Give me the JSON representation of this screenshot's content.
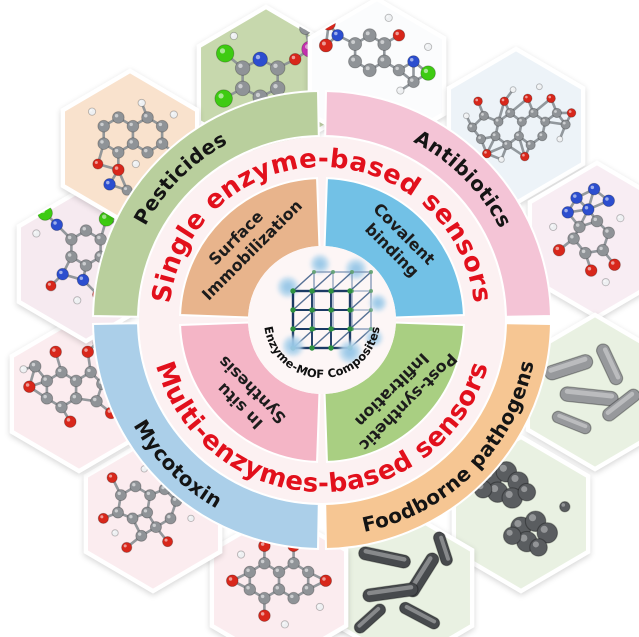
{
  "center": {
    "label": "Enzyme-MOF Composites",
    "icon": "mof-cube-icon"
  },
  "sensor_arcs": {
    "top": {
      "label": "Single enzyme-based sensors",
      "color": "#e2101c"
    },
    "bottom": {
      "label": "Multi-enzymes-based sensors",
      "color": "#e2101c"
    }
  },
  "strategies": [
    {
      "label": "Surface Immobilization",
      "line1": "Surface",
      "line2": "Immobilization",
      "quadrant": "top-left",
      "color": "#e8b48c"
    },
    {
      "label": "Covalent binding",
      "line1": "Covalent",
      "line2": "binding",
      "quadrant": "top-right",
      "color": "#72c1e6"
    },
    {
      "label": "In situ Synthesis",
      "line1": "In situ",
      "line2": "Synthesis",
      "quadrant": "bottom-left",
      "color": "#f4b5c6"
    },
    {
      "label": "Post-synthetic Infiltration",
      "line1": "Post-synthetic",
      "line2": "Infiltration",
      "quadrant": "bottom-right",
      "color": "#a9cf82"
    }
  ],
  "categories": [
    {
      "label": "Pesticides",
      "quadrant": "top-left",
      "color": "#b9cf9d"
    },
    {
      "label": "Antibiotics",
      "quadrant": "top-right",
      "color": "#f4c4d6"
    },
    {
      "label": "Mycotoxin",
      "quadrant": "bottom-left",
      "color": "#abcfe9"
    },
    {
      "label": "Foodborne pathogens",
      "quadrant": "bottom-right",
      "color": "#f6c693"
    }
  ],
  "hexagons": [
    {
      "name": "pesticide-molecule-1",
      "category": "Pesticides",
      "image": "molecule",
      "color": "#c7d8ad"
    },
    {
      "name": "antibiotic-molecule-1",
      "category": "Antibiotics",
      "image": "molecule",
      "color": "#fbfcfd"
    },
    {
      "name": "antibiotic-molecule-2",
      "category": "Antibiotics",
      "image": "molecule",
      "color": "#edf3f8"
    },
    {
      "name": "antibiotic-molecule-3",
      "category": "Antibiotics",
      "image": "molecule",
      "color": "#f8edf3"
    },
    {
      "name": "pathogen-sem-1",
      "category": "Foodborne pathogens",
      "image": "sem-rods",
      "color": "#e9f1e2"
    },
    {
      "name": "pathogen-sem-2",
      "category": "Foodborne pathogens",
      "image": "sem-cocci",
      "color": "#e9f1e2"
    },
    {
      "name": "pathogen-sem-3",
      "category": "Foodborne pathogens",
      "image": "sem-rods",
      "color": "#e9f1e2"
    },
    {
      "name": "mycotoxin-molecule-1",
      "category": "Mycotoxin",
      "image": "molecule",
      "color": "#fbecef"
    },
    {
      "name": "mycotoxin-molecule-2",
      "category": "Mycotoxin",
      "image": "molecule",
      "color": "#fbecef"
    },
    {
      "name": "mycotoxin-molecule-3",
      "category": "Mycotoxin",
      "image": "molecule",
      "color": "#fbecef"
    },
    {
      "name": "pesticide-molecule-2",
      "category": "Pesticides",
      "image": "molecule",
      "color": "#f6eaf0"
    },
    {
      "name": "pesticide-molecule-3",
      "category": "Pesticides",
      "image": "molecule",
      "color": "#f9e2cd"
    }
  ]
}
